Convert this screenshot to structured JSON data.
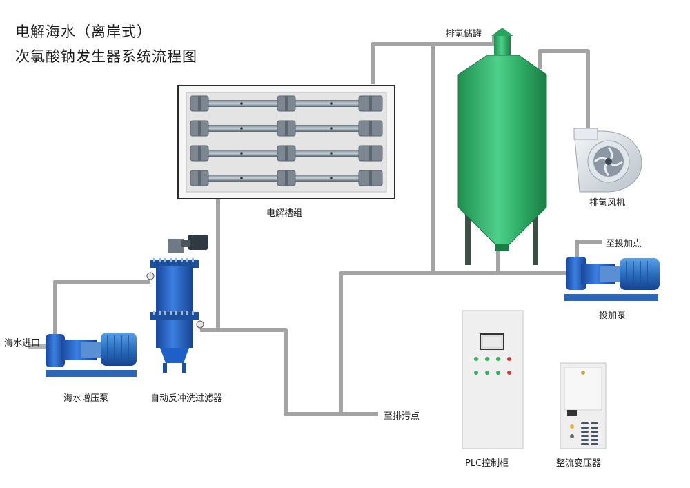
{
  "title": {
    "line1": "电解海水（离岸式）",
    "line2": "次氯酸钠发生器系统流程图"
  },
  "labels": {
    "h2_tank": "排氢储罐",
    "electrolyzer": "电解槽组",
    "h2_fan": "排氢风机",
    "dosing_point": "至投加点",
    "dosing_pump": "投加泵",
    "seawater_inlet": "海水进口",
    "booster_pump": "海水增压泵",
    "filter": "自动反冲洗过滤器",
    "drain": "至排污点",
    "plc": "PLC控制柜",
    "rectifier": "整流变压器"
  },
  "colors": {
    "pipe": "#a9a9a9",
    "tank": "#2eae66",
    "filter": "#1f5fc8",
    "motor": "#2a6fbf",
    "cabinet": "#f0f0f0"
  }
}
